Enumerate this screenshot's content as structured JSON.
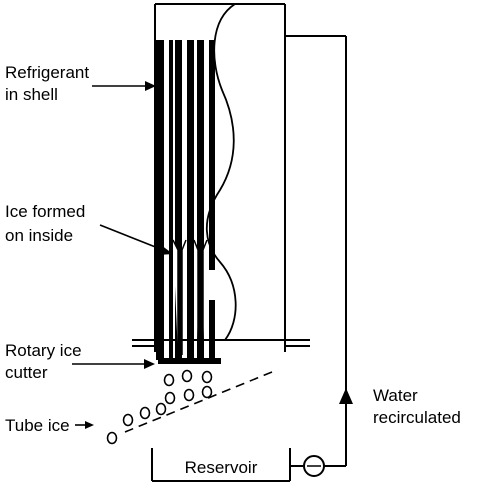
{
  "labels": {
    "refrigerant_line1": "Refrigerant",
    "refrigerant_line2": "in shell",
    "ice_formed_line1": "Ice formed",
    "ice_formed_line2": "on inside",
    "cutter_line1": "Rotary ice",
    "cutter_line2": "cutter",
    "tube_ice": "Tube ice",
    "reservoir": "Reservoir",
    "water_line1": "Water",
    "water_line2": "recirculated"
  },
  "colors": {
    "ink": "#000000",
    "paper": "#ffffff"
  }
}
